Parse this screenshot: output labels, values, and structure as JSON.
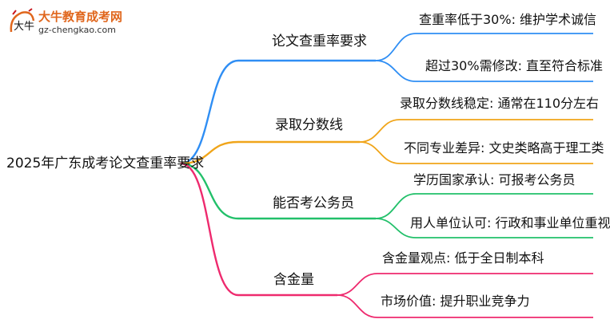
{
  "logo": {
    "title": "大牛教育成考网",
    "subtitle": "gz-chengkao.com",
    "mark_text": "大牛"
  },
  "mindmap": {
    "root": "2025年广东成考论文查重率要求",
    "branches": [
      {
        "label": "论文查重率要求",
        "color": "#2f8ef4",
        "children": [
          "查重率低于30%: 维护学术诚信",
          "超过30%需修改: 直至符合标准"
        ]
      },
      {
        "label": "录取分数线",
        "color": "#f0a51a",
        "children": [
          "录取分数线稳定: 通常在110分左右",
          "不同专业差异: 文史类略高于理工类"
        ]
      },
      {
        "label": "能否考公务员",
        "color": "#22c06a",
        "children": [
          "学历国家承认: 可报考公务员",
          "用人单位认可: 行政和事业单位重视"
        ]
      },
      {
        "label": "含金量",
        "color": "#ee2a6e",
        "children": [
          "含金量观点: 低于全日制本科",
          "市场价值: 提升职业竞争力"
        ]
      }
    ]
  }
}
